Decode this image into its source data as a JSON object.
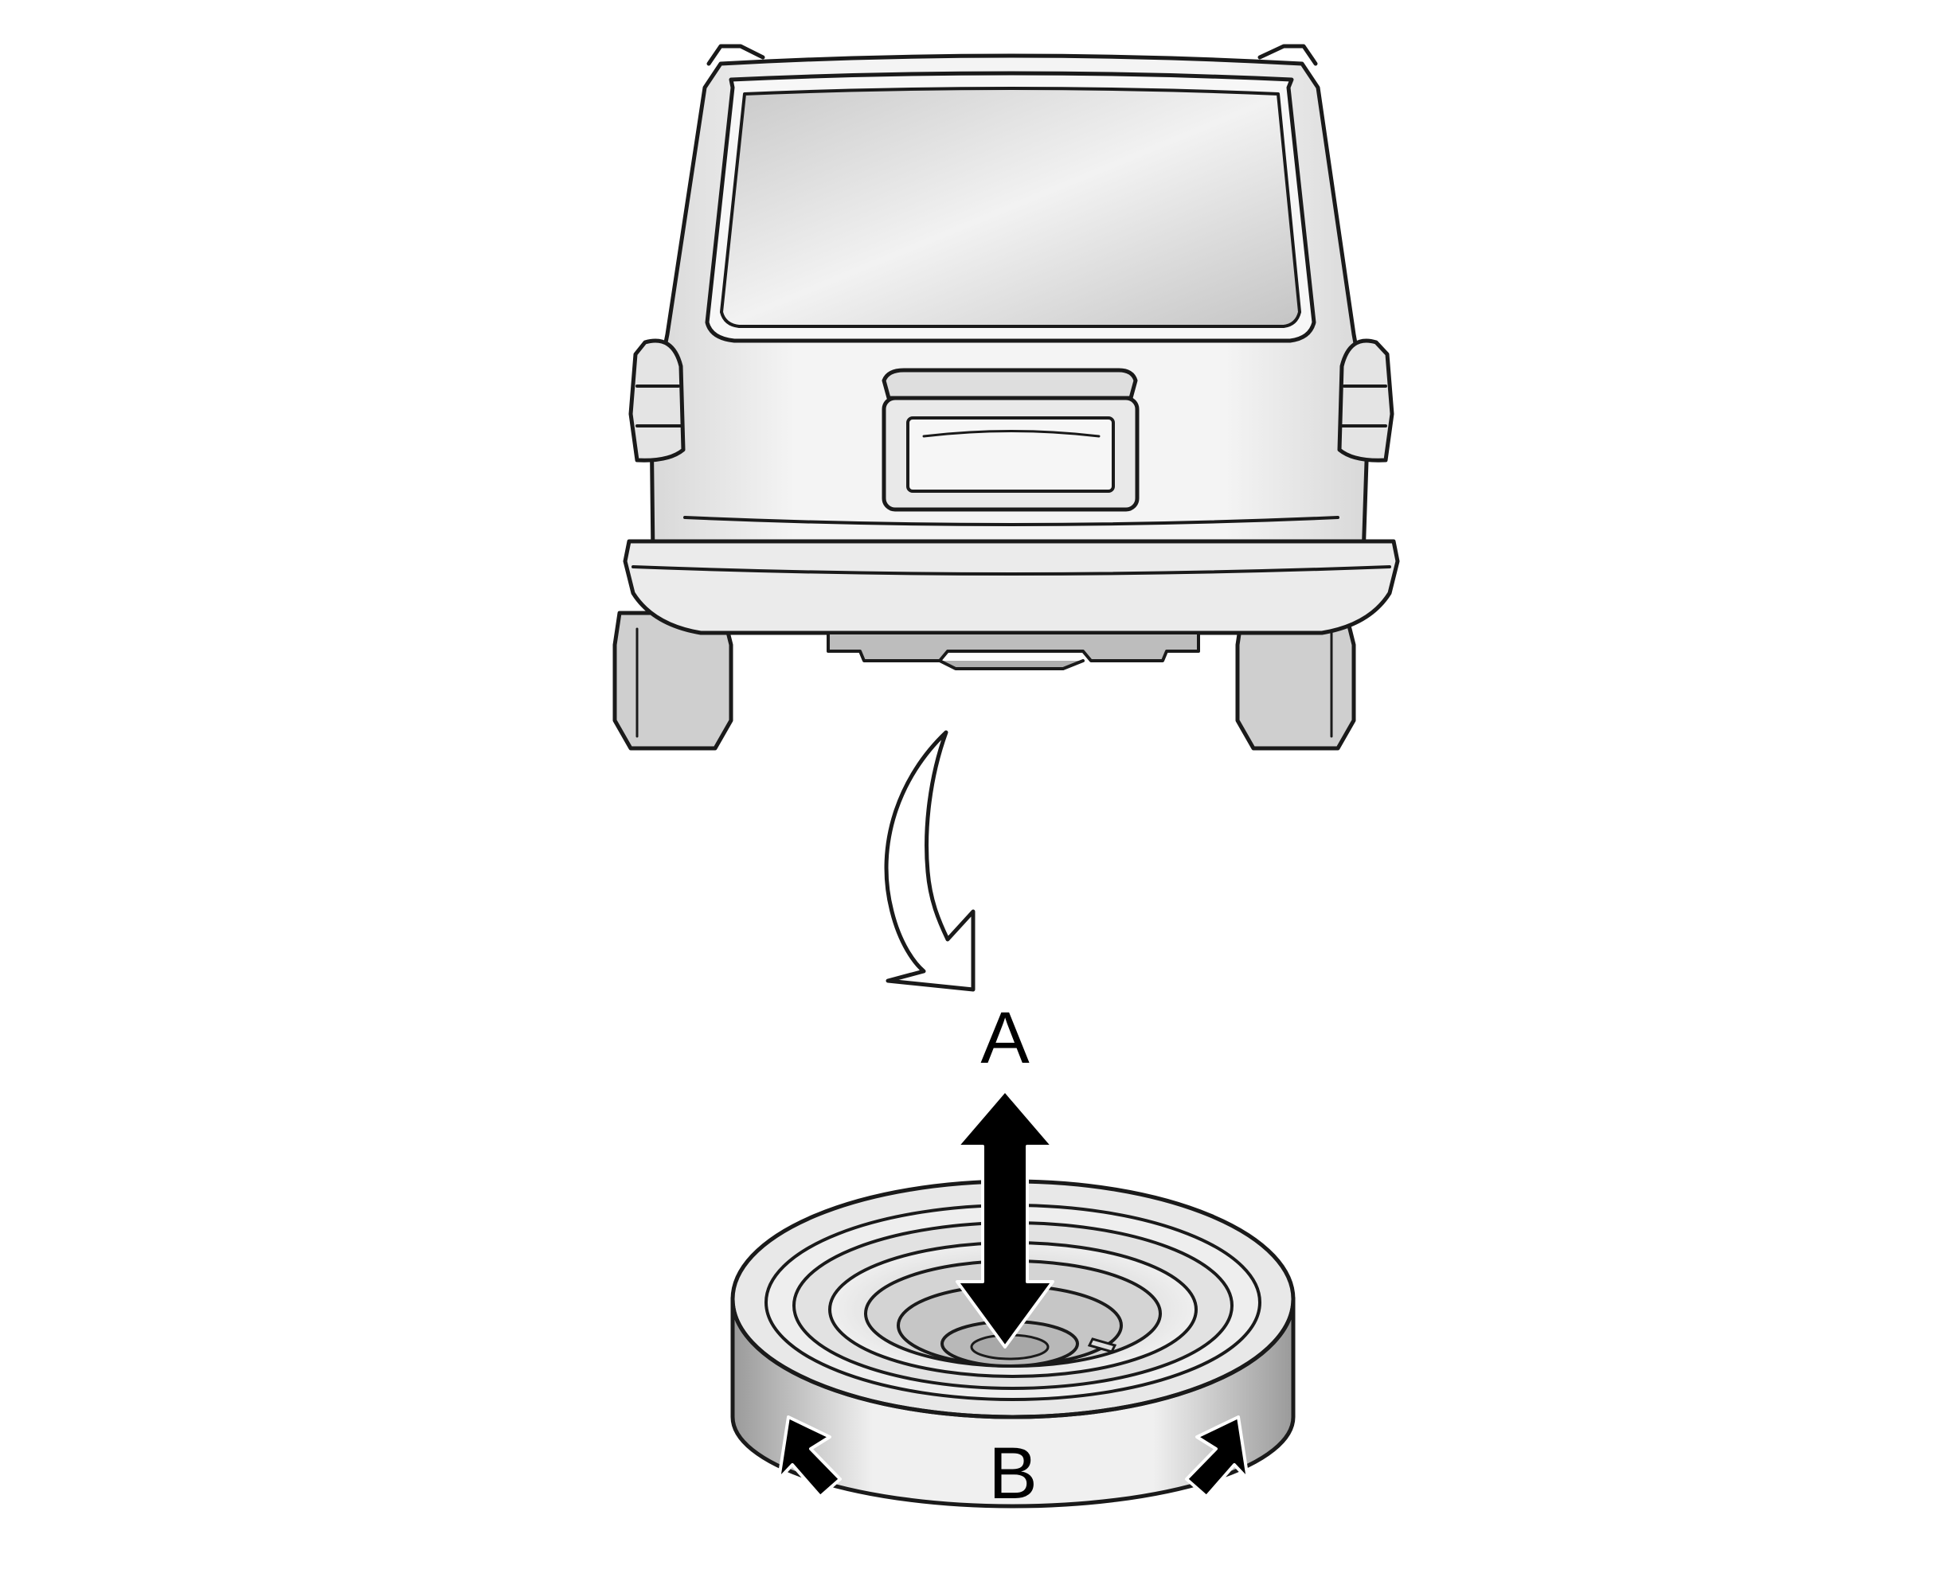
{
  "callouts": {
    "a": "A",
    "b": "B"
  },
  "colors": {
    "outline": "#1a1a1a",
    "body": "#ececec",
    "glass": "#d6d6d6",
    "shadow": "#bdbdbd",
    "tire": "#c8c8c8",
    "arrow": "#000000",
    "background": "#ffffff"
  },
  "icons": {
    "vehicle": "vehicle-rear-view",
    "curved_arrow": "curved-arrow-icon",
    "lift_arrow": "double-headed-vertical-arrow-icon",
    "rotate_arrows": "rotation-arrows-icon",
    "spare": "spare-tire-icon"
  }
}
